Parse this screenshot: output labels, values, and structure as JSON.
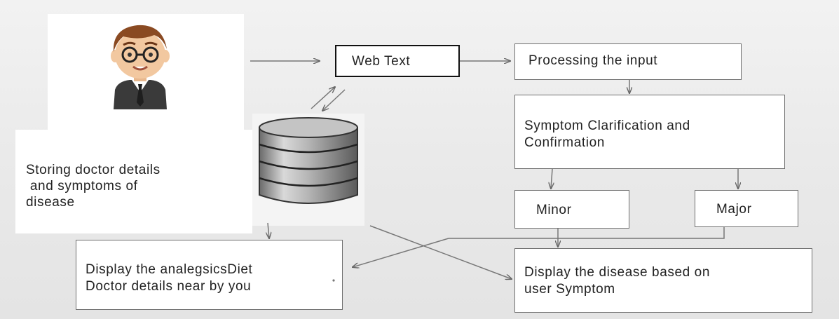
{
  "diagram": {
    "web_text": "Web Text",
    "processing": "Processing the input",
    "clarification": "Symptom Clarification and\nConfirmation",
    "minor": "Minor",
    "major": "Major",
    "display_disease": "Display the disease based on\nuser Symptom",
    "display_analgesics": "Display the analegsicsDiet\nDoctor details near by you",
    "storage_note": "Storing doctor details\n and symptoms of\ndisease",
    "icons": {
      "user": "doctor-avatar-icon",
      "database": "database-icon"
    },
    "colors": {
      "box_border": "#6f6f6f",
      "arrow": "#777777",
      "skin": "#f2c8a0",
      "hair": "#8a4a22",
      "suit": "#3a3a3a"
    }
  }
}
